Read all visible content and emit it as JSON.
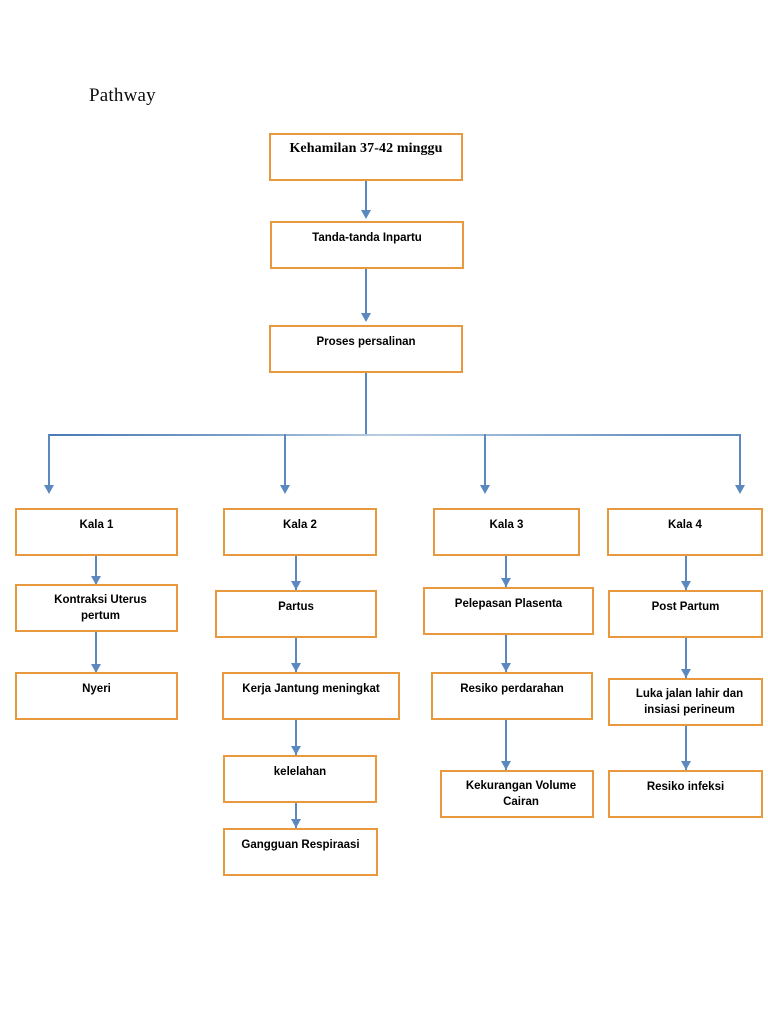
{
  "document": {
    "title": "Pathway"
  },
  "theme": {
    "box_border_color": "#e8983d",
    "box_fill_color": "#ffffff",
    "connector_color": "#5b89bf",
    "text_color": "#000000",
    "page_background": "#ffffff"
  },
  "flowchart": {
    "type": "flowchart",
    "spine": [
      {
        "id": "kehamilan",
        "label": "Kehamilan 37-42 minggu"
      },
      {
        "id": "tanda-tanda-inpartu",
        "label": "Tanda-tanda Inpartu"
      },
      {
        "id": "proses-persalinan",
        "label": "Proses persalinan"
      }
    ],
    "branches": [
      {
        "id": "kala-1",
        "head": "Kala 1",
        "steps": [
          {
            "id": "kontraksi-uterus-pertum",
            "line1": "Kontraksi Uterus",
            "line2": "pertum"
          },
          {
            "id": "nyeri",
            "line1": "Nyeri"
          }
        ]
      },
      {
        "id": "kala-2",
        "head": "Kala 2",
        "steps": [
          {
            "id": "partus",
            "line1": "Partus"
          },
          {
            "id": "kerja-jantung-meningkat",
            "line1": "Kerja Jantung meningkat"
          },
          {
            "id": "kelelahan",
            "line1": "kelelahan"
          },
          {
            "id": "gangguan-respiraasi",
            "line1": "Gangguan Respiraasi"
          }
        ]
      },
      {
        "id": "kala-3",
        "head": "Kala 3",
        "steps": [
          {
            "id": "pelepasan-plasenta",
            "line1": "Pelepasan Plasenta"
          },
          {
            "id": "resiko-perdarahan",
            "line1": "Resiko perdarahan"
          },
          {
            "id": "kekurangan-volume-cairan",
            "line1": "Kekurangan Volume",
            "line2": "Cairan"
          }
        ]
      },
      {
        "id": "kala-4",
        "head": "Kala 4",
        "steps": [
          {
            "id": "post-partum",
            "line1": "Post Partum"
          },
          {
            "id": "luka-jalan-lahir",
            "line1": "Luka jalan lahir dan",
            "line2": "insiasi perineum"
          },
          {
            "id": "resiko-infeksi",
            "line1": "Resiko infeksi"
          }
        ]
      }
    ]
  }
}
